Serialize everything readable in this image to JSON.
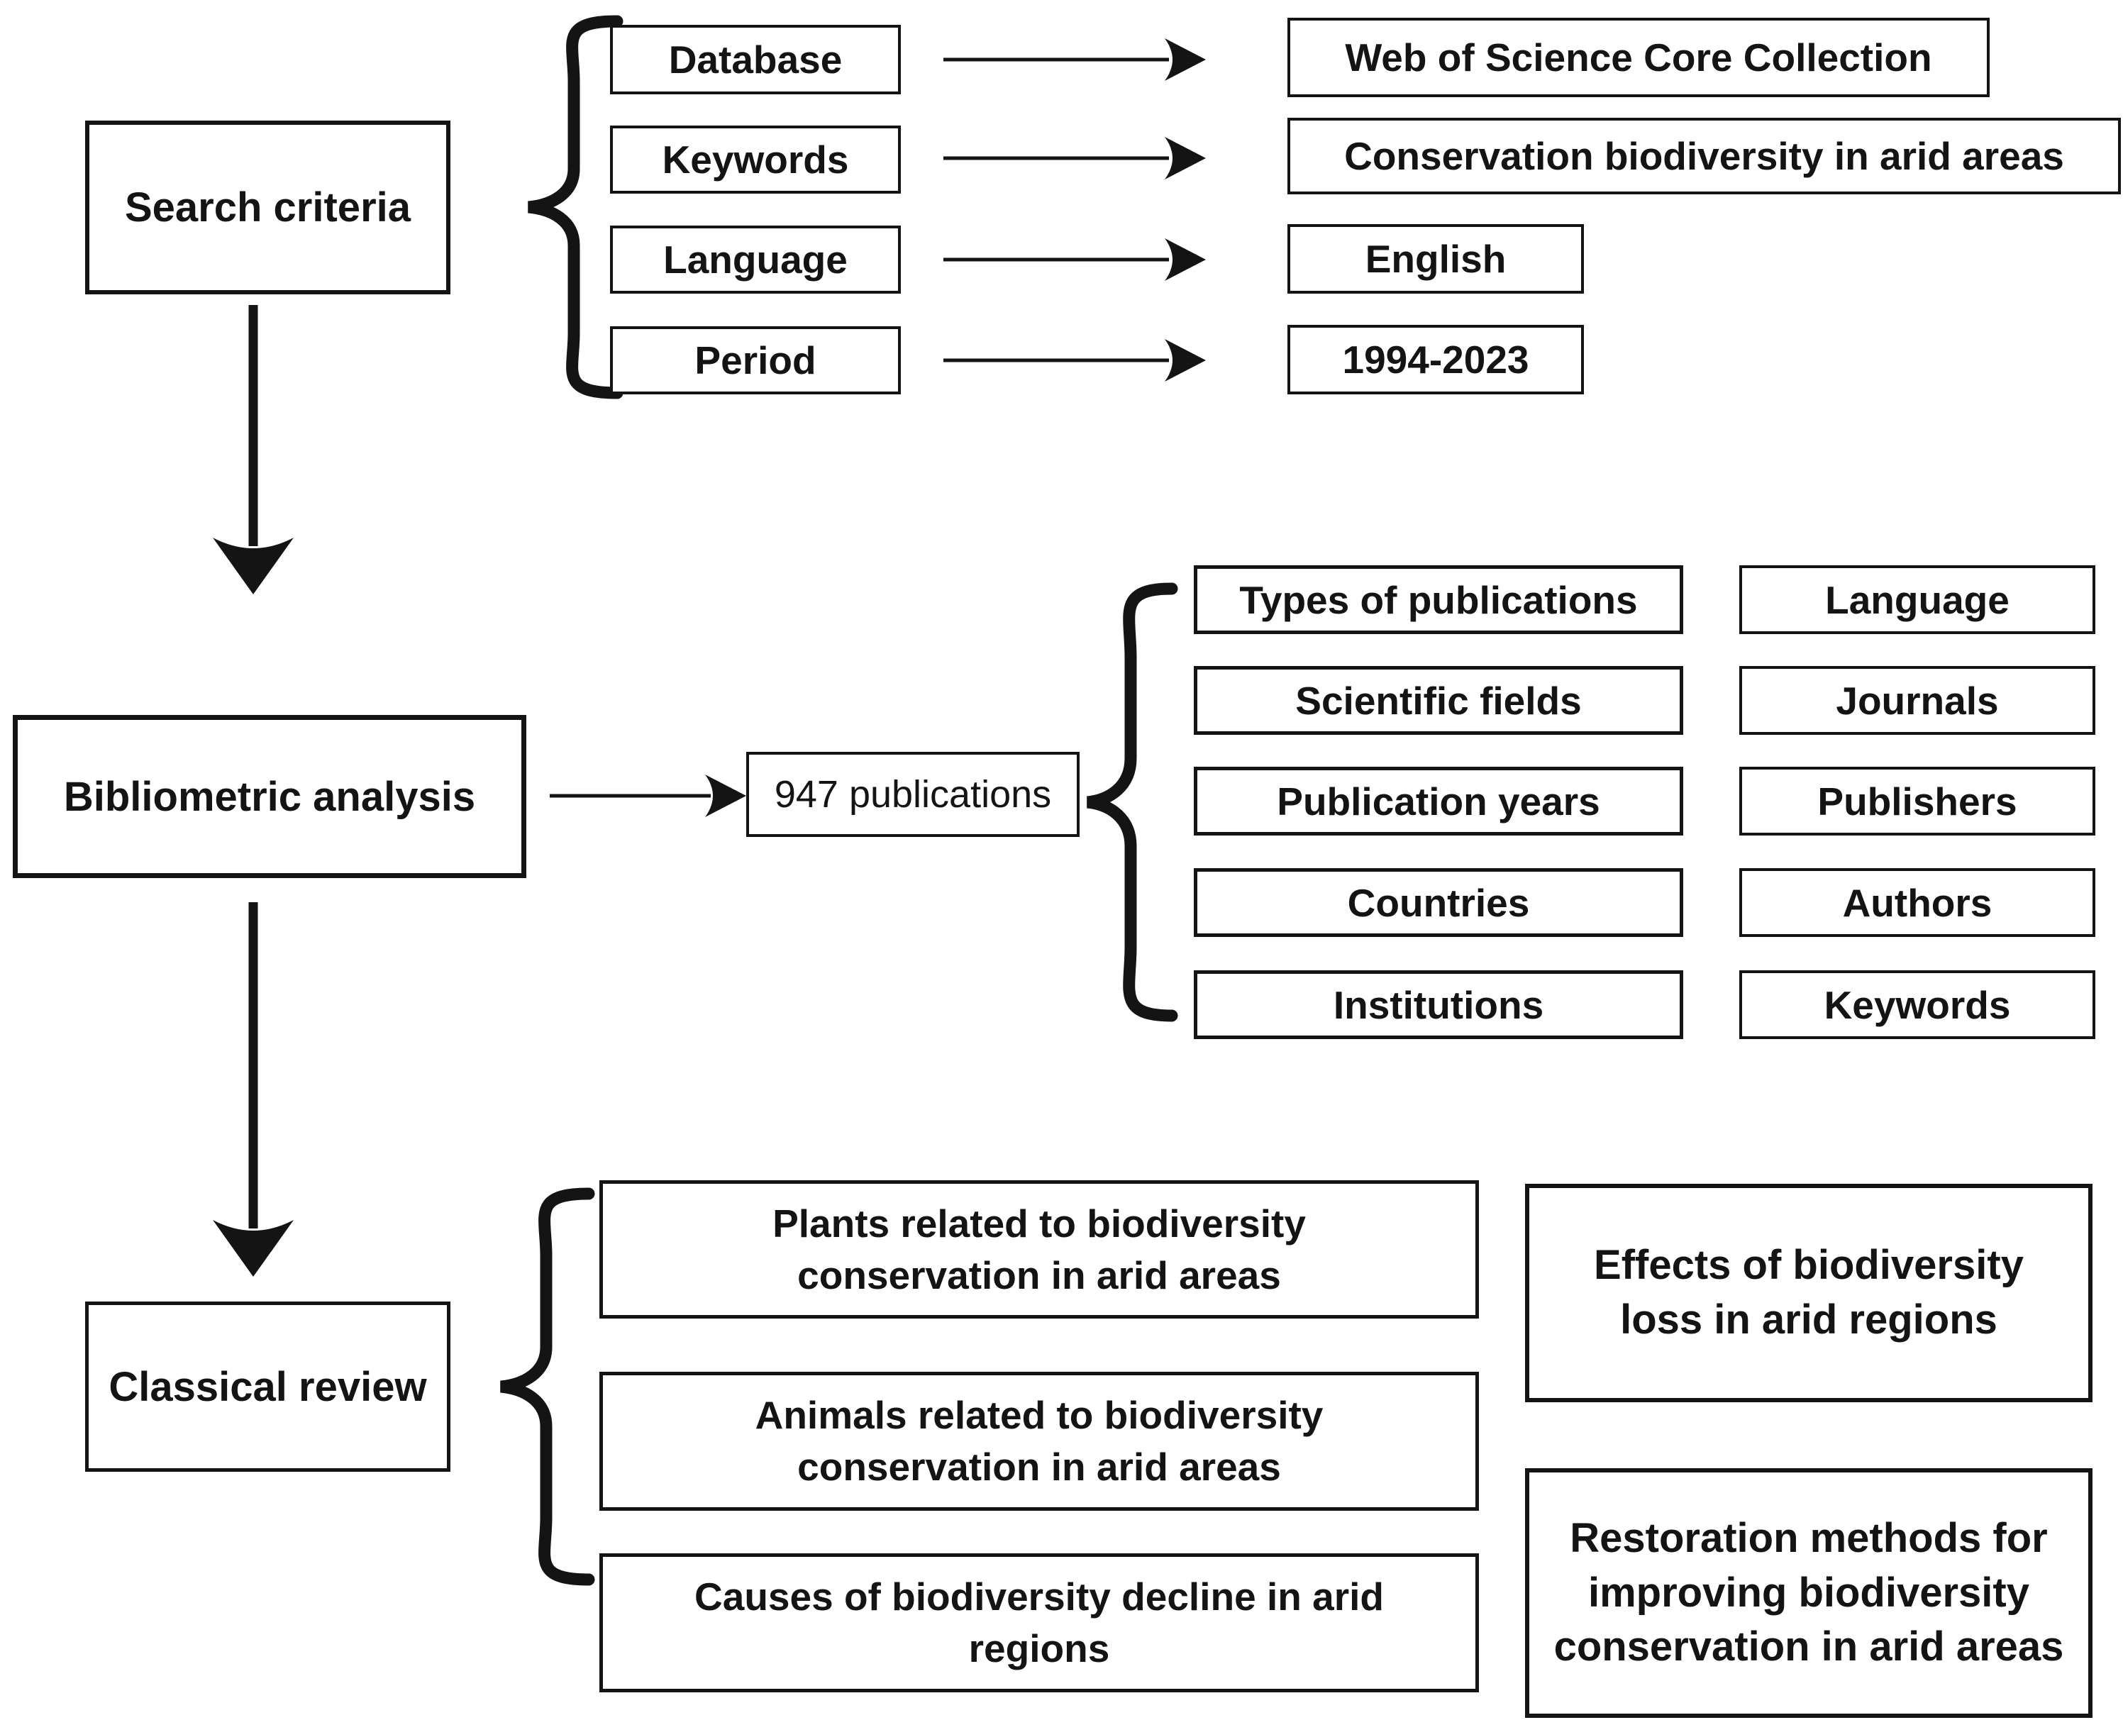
{
  "figure": {
    "search": {
      "title": "Search criteria",
      "criteria": [
        {
          "label": "Database",
          "value": "Web of Science Core Collection"
        },
        {
          "label": "Keywords",
          "value": "Conservation biodiversity in arid areas"
        },
        {
          "label": "Language",
          "value": "English"
        },
        {
          "label": "Period",
          "value": "1994-2023"
        }
      ]
    },
    "bibliometric": {
      "title": "Bibliometric analysis",
      "publications_count": "947 publications",
      "aspects_left": [
        "Types of publications",
        "Scientific fields",
        "Publication years",
        "Countries",
        "Institutions"
      ],
      "aspects_right": [
        "Language",
        "Journals",
        "Publishers",
        "Authors",
        "Keywords"
      ]
    },
    "classical": {
      "title": "Classical review",
      "topics": [
        {
          "lines": [
            "Plants related to biodiversity",
            "conservation in arid areas"
          ]
        },
        {
          "lines": [
            "Animals related to biodiversity",
            "conservation in arid areas"
          ]
        },
        {
          "lines": [
            "Causes of biodiversity decline in arid",
            "regions"
          ]
        }
      ],
      "side_topics": [
        {
          "lines": [
            "Effects of biodiversity",
            "loss in arid regions"
          ]
        },
        {
          "lines": [
            "Restoration methods for",
            "improving biodiversity",
            "conservation in arid areas"
          ]
        }
      ]
    },
    "colors": {
      "ink": "#141414",
      "background": "#ffffff"
    }
  }
}
